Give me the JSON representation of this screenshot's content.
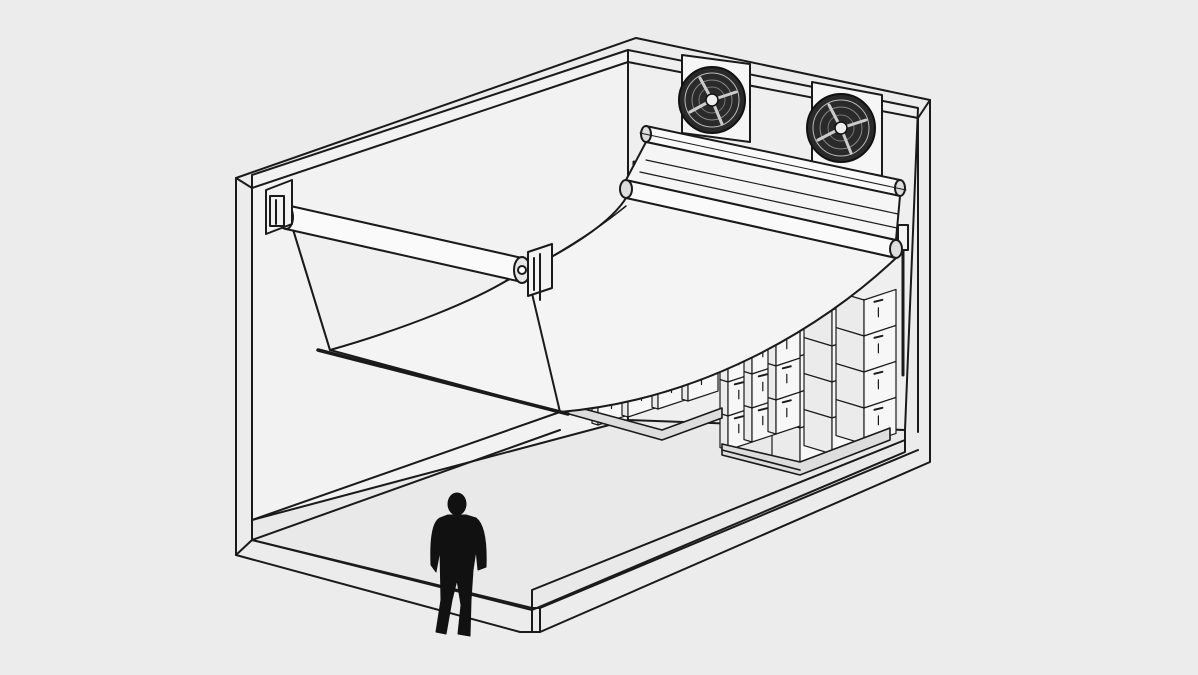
{
  "diagram": {
    "colors": {
      "background": "#ececec",
      "line": "#1a1a1a",
      "wall": "#f2f2f2",
      "floor": "#e9e9e9",
      "box": "#f7f7f7",
      "figure": "#111111"
    },
    "parts": [
      {
        "name": "cold-room-enclosure",
        "icon": "room-outline"
      },
      {
        "name": "evaporator-fan",
        "icon": "fan-icon",
        "count": 2
      },
      {
        "name": "roller-rod",
        "icon": "roller-icon",
        "count": 3
      },
      {
        "name": "curtain-sheet",
        "icon": "sheet"
      },
      {
        "name": "boxed-pallet-stack",
        "icon": "box-icon"
      },
      {
        "name": "person-figure",
        "icon": "person-silhouette"
      }
    ]
  }
}
